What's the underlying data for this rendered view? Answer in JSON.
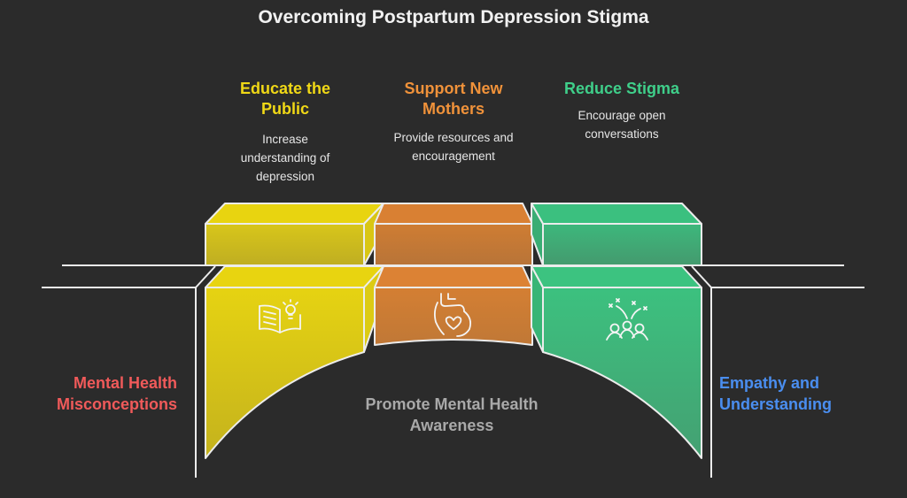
{
  "title": "Overcoming Postpartum Depression Stigma",
  "colors": {
    "background": "#2b2b2b",
    "yellow": "#e8d410",
    "orange": "#d98033",
    "green": "#3bc07f",
    "red_label": "#f05a5a",
    "blue_label": "#4a8ef0",
    "center_label": "#a9a9a9",
    "outline": "#f0f0f0"
  },
  "columns": [
    {
      "title_line1": "Educate the",
      "title_line2": "Public",
      "desc_line1": "Increase",
      "desc_line2": "understanding of",
      "desc_line3": "depression",
      "icon": "book-lightbulb-icon",
      "color": "#f0d816"
    },
    {
      "title_line1": "Support New",
      "title_line2": "Mothers",
      "desc_line1": "Provide resources and",
      "desc_line2": "encouragement",
      "icon": "pregnant-belly-heart-icon",
      "color": "#f0923a"
    },
    {
      "title_line1": "Reduce Stigma",
      "desc_line1": "Encourage open",
      "desc_line2": "conversations",
      "icon": "celebrating-group-icon",
      "color": "#3fcf8a"
    }
  ],
  "left_label": {
    "line1": "Mental Health",
    "line2": "Misconceptions"
  },
  "right_label": {
    "line1": "Empathy and",
    "line2": "Understanding"
  },
  "center_label": {
    "line1": "Promote Mental Health",
    "line2": "Awareness"
  }
}
